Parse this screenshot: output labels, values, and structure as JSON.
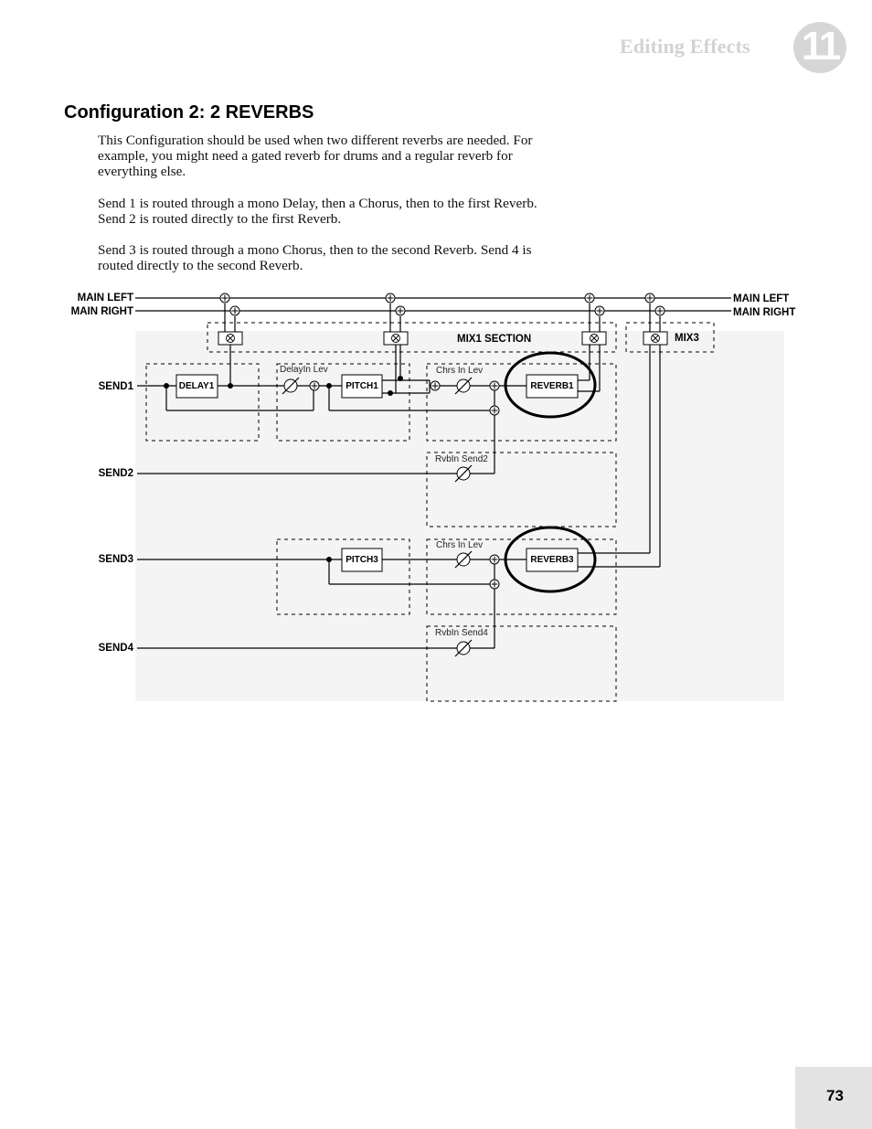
{
  "header": {
    "chapter_title": "Editing Effects",
    "chapter_number": "11"
  },
  "section": {
    "title": "Configuration 2: 2 REVERBS",
    "paragraphs": [
      "This Configuration should be used when two different reverbs are needed.  For example, you might need a gated reverb for drums and a regular reverb for everything else.",
      "Send 1 is routed through a mono Delay, then a Chorus, then to the first Reverb.  Send 2 is routed directly to the first Reverb.",
      "Send 3 is routed through a mono Chorus, then to the second Reverb.  Send 4 is routed directly to the second Reverb."
    ]
  },
  "diagram": {
    "bus_left_in": "MAIN LEFT",
    "bus_right_in": "MAIN RIGHT",
    "bus_left_out": "MAIN LEFT",
    "bus_right_out": "MAIN RIGHT",
    "mix1_label": "MIX1 SECTION",
    "mix3_label": "MIX3",
    "sends": [
      "SEND1",
      "SEND2",
      "SEND3",
      "SEND4"
    ],
    "blocks": {
      "delay1": "DELAY1",
      "pitch1": "PITCH1",
      "reverb1": "REVERB1",
      "pitch3": "PITCH3",
      "reverb3": "REVERB3"
    },
    "controls": {
      "delay_in_lev": "DelayIn Lev",
      "chrs_in_lev_1": "Chrs In Lev",
      "rvb_in_send2": "RvbIn Send2",
      "chrs_in_lev_3": "Chrs In Lev",
      "rvb_in_send4": "RvbIn Send4"
    }
  },
  "footer": {
    "page_number": "73"
  }
}
